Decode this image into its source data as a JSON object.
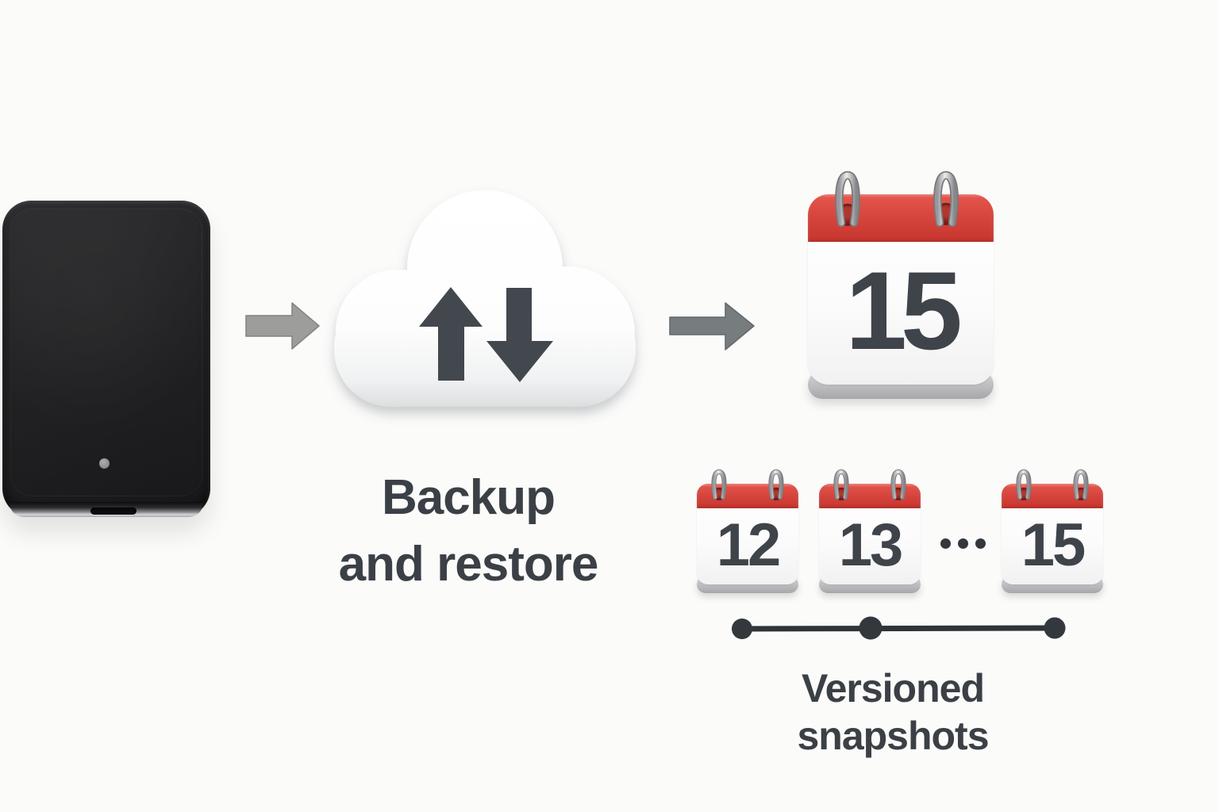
{
  "canvas": {
    "background": "#fbfbfa"
  },
  "palette": {
    "text": "#3b4046",
    "calendar_red": "#d6453d",
    "calendar_number": "#3f444a",
    "flow_arrow_left": "#9d9d9b",
    "flow_arrow_right": "#777c7f",
    "cloud_glyph": "#43484e",
    "timeline": "#31363c",
    "drive_body": "#222224",
    "ring_silver": "#b7b8ba"
  },
  "flow": {
    "cloud_caption": {
      "line1": "Backup",
      "line2": "and restore"
    },
    "result_calendar": {
      "day": "15"
    }
  },
  "snapshots": {
    "calendars": [
      {
        "day": "12"
      },
      {
        "day": "13"
      },
      {
        "day": "15"
      }
    ],
    "ellipsis": "•••",
    "caption": "Versioned snapshots"
  }
}
